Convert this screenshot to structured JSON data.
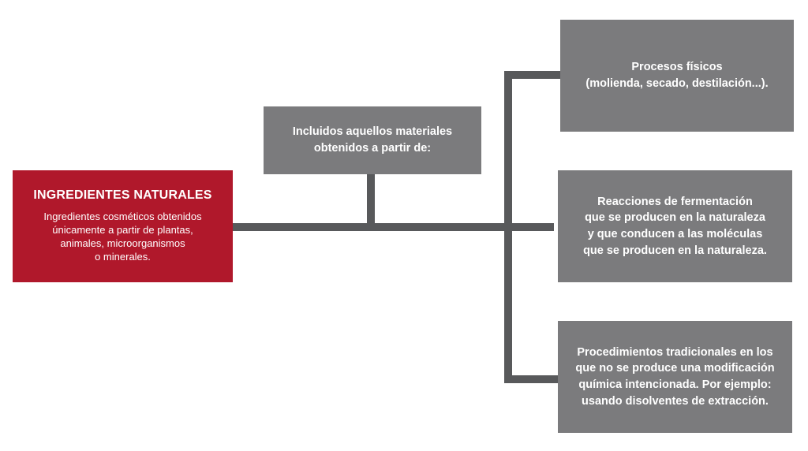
{
  "colors": {
    "root_box": "#b0182b",
    "node_box": "#7b7b7d",
    "connector": "#58595b",
    "text": "#ffffff"
  },
  "root": {
    "title": "INGREDIENTES NATURALES",
    "description": "Ingredientes cosméticos obtenidos\núnicamente a partir de plantas,\nanimales, microorganismos\no minerales."
  },
  "middle": {
    "text": "Incluidos aquellos materiales\nobtenidos a partir de:"
  },
  "branches": [
    {
      "text": "Procesos físicos\n(molienda, secado, destilación...)."
    },
    {
      "text": "Reacciones de fermentación\nque se producen en la naturaleza\ny que conducen a las moléculas\nque se producen en la naturaleza."
    },
    {
      "text": "Procedimientos tradicionales en los\nque no se produce una modificación\nquímica intencionada. Por ejemplo:\nusando disolventes de extracción."
    }
  ]
}
